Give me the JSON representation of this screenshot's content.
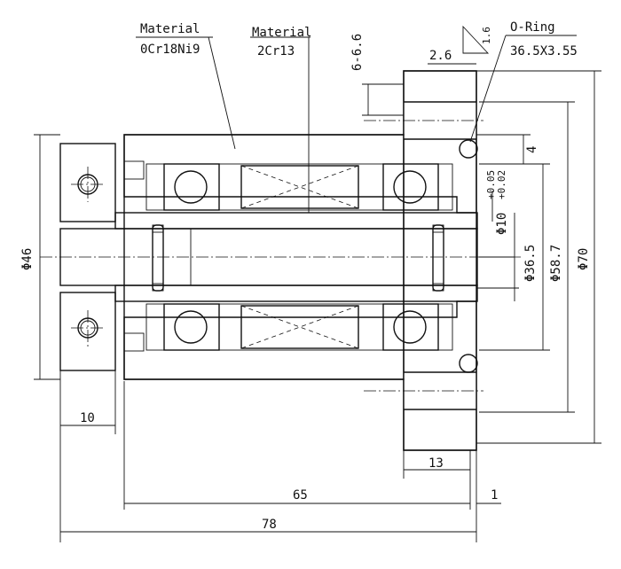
{
  "labels": {
    "material_label_1": "Material",
    "material_value_1": "0Cr18Ni9",
    "material_label_2": "Material",
    "material_value_2": "2Cr13",
    "oring_label": "O-Ring",
    "oring_size": "36.5X3.55",
    "hole_spec": "6-6.6",
    "dim_2_6": "2.6",
    "roughness": "1.6"
  },
  "dimensions": {
    "d46": "Φ46",
    "d10": "Φ10",
    "d10_tol_upper": "+0.05",
    "d10_tol_lower": "+0.02",
    "d36_5": "Φ36.5",
    "d58_7": "Φ58.7",
    "d70": "Φ70",
    "d4": "4",
    "len_10": "10",
    "len_13": "13",
    "len_65": "65",
    "len_1": "1",
    "len_78": "78"
  }
}
